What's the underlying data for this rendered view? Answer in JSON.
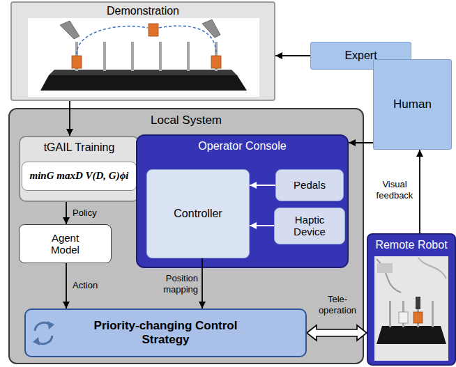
{
  "diagram": {
    "nodes": [
      {
        "text": [
          "Demonstration"
        ]
      },
      {
        "text": [
          "Expert"
        ]
      },
      {
        "text": [
          "Local System"
        ]
      },
      {
        "text": [
          "tGAIL Training"
        ],
        "in": 2
      },
      {
        "text": [
          "minG maxD V(D, G)ϕi"
        ],
        "in": 3
      },
      {
        "text": [
          "Agent Model"
        ],
        "in": 2
      },
      {
        "text": [
          "Operator Console"
        ],
        "in": 2
      },
      {
        "text": [
          "Controller"
        ],
        "in": 6
      },
      {
        "text": [
          "Pedals"
        ],
        "in": 6
      },
      {
        "text": [
          "Haptic Device"
        ],
        "in": 6
      },
      {
        "text": [
          "Priority-changing Control Strategy"
        ],
        "in": 2
      },
      {
        "text": [
          "Human"
        ]
      },
      {
        "text": [
          "Remote Robot"
        ]
      }
    ],
    "edges": [
      {
        "from": 1,
        "to": 0,
        "arrow": "to"
      },
      {
        "from": 0,
        "to": 3,
        "arrow": "to"
      },
      {
        "from": 3,
        "to": 5,
        "label": "Policy",
        "arrow": "to"
      },
      {
        "from": 5,
        "to": 10,
        "label": "Action",
        "arrow": "to"
      },
      {
        "from": 8,
        "to": 7,
        "arrow": "to"
      },
      {
        "from": 9,
        "to": 7,
        "arrow": "to"
      },
      {
        "from": 7,
        "to": 10,
        "label": "Position mapping",
        "arrow": "to"
      },
      {
        "from": 11,
        "to": 6,
        "arrow": "to"
      },
      {
        "from": 12,
        "to": 11,
        "label": "Visual feedback",
        "arrow": "to"
      },
      {
        "from": 10,
        "to": 12,
        "label": "Tele-operation",
        "arrow": "both"
      }
    ]
  }
}
